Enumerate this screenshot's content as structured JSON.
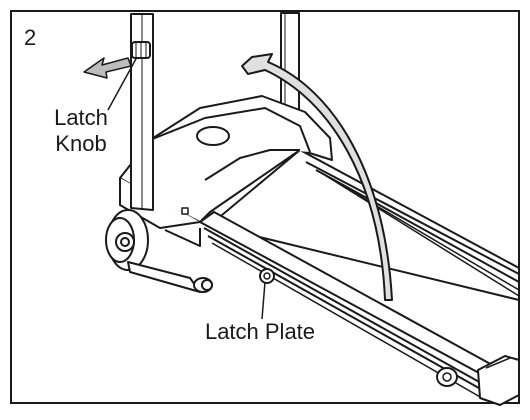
{
  "figure": {
    "step_number": "2",
    "labels": {
      "latch_knob_line1": "Latch",
      "latch_knob_line2": "Knob",
      "latch_plate": "Latch Plate"
    }
  }
}
